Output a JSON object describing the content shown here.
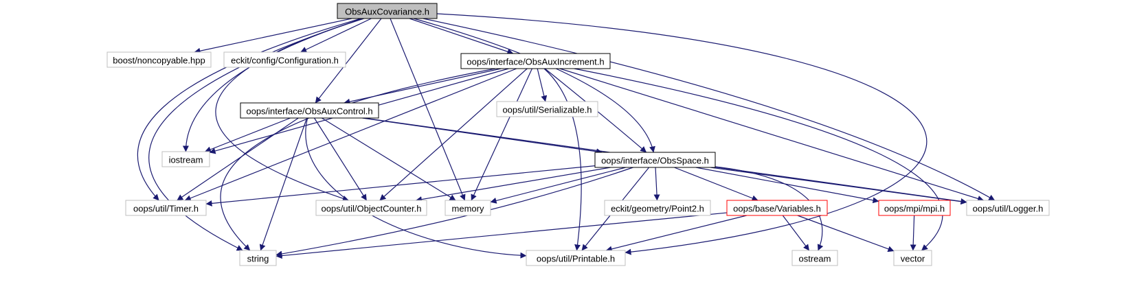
{
  "colors": {
    "edge": "#191970",
    "root_fill": "#bfbfbf",
    "border_black": "#000000",
    "border_gray": "#bfbfbf",
    "border_red": "#ff0000",
    "text": "#000000"
  },
  "nodes": {
    "obsauxcovariance": {
      "label": "ObsAuxCovariance.h",
      "style": "root",
      "interactable": false
    },
    "noncopyable": {
      "label": "boost/noncopyable.hpp",
      "style": "gray",
      "interactable": false
    },
    "configuration": {
      "label": "eckit/config/Configuration.h",
      "style": "gray",
      "interactable": false
    },
    "obsauxincrement": {
      "label": "oops/interface/ObsAuxIncrement.h",
      "style": "black",
      "interactable": true
    },
    "serializable": {
      "label": "oops/util/Serializable.h",
      "style": "gray",
      "interactable": false
    },
    "obsauxcontrol": {
      "label": "oops/interface/ObsAuxControl.h",
      "style": "black",
      "interactable": true
    },
    "iostream": {
      "label": "iostream",
      "style": "gray",
      "interactable": false
    },
    "obsspace": {
      "label": "oops/interface/ObsSpace.h",
      "style": "black",
      "interactable": true
    },
    "timer": {
      "label": "oops/util/Timer.h",
      "style": "gray",
      "interactable": false
    },
    "objectcounter": {
      "label": "oops/util/ObjectCounter.h",
      "style": "gray",
      "interactable": false
    },
    "memory": {
      "label": "memory",
      "style": "gray",
      "interactable": false
    },
    "point2": {
      "label": "eckit/geometry/Point2.h",
      "style": "gray",
      "interactable": false
    },
    "variables": {
      "label": "oops/base/Variables.h",
      "style": "red",
      "interactable": true
    },
    "mpi": {
      "label": "oops/mpi/mpi.h",
      "style": "red",
      "interactable": true
    },
    "logger": {
      "label": "oops/util/Logger.h",
      "style": "gray",
      "interactable": false
    },
    "string": {
      "label": "string",
      "style": "gray",
      "interactable": false
    },
    "printable": {
      "label": "oops/util/Printable.h",
      "style": "gray",
      "interactable": false
    },
    "ostream": {
      "label": "ostream",
      "style": "gray",
      "interactable": false
    },
    "vector": {
      "label": "vector",
      "style": "gray",
      "interactable": false
    }
  },
  "edges": [
    [
      "obsauxcovariance",
      "noncopyable"
    ],
    [
      "obsauxcovariance",
      "configuration"
    ],
    [
      "obsauxcovariance",
      "obsauxincrement"
    ],
    [
      "obsauxcovariance",
      "obsauxcontrol"
    ],
    [
      "obsauxcovariance",
      "obsspace"
    ],
    [
      "obsauxcovariance",
      "iostream"
    ],
    [
      "obsauxcovariance",
      "timer"
    ],
    [
      "obsauxcovariance",
      "objectcounter"
    ],
    [
      "obsauxcovariance",
      "memory"
    ],
    [
      "obsauxcovariance",
      "logger"
    ],
    [
      "obsauxcovariance",
      "string"
    ],
    [
      "obsauxcovariance",
      "printable"
    ],
    [
      "obsauxincrement",
      "serializable"
    ],
    [
      "obsauxincrement",
      "obsauxcontrol"
    ],
    [
      "obsauxincrement",
      "obsspace"
    ],
    [
      "obsauxincrement",
      "iostream"
    ],
    [
      "obsauxincrement",
      "timer"
    ],
    [
      "obsauxincrement",
      "objectcounter"
    ],
    [
      "obsauxincrement",
      "memory"
    ],
    [
      "obsauxincrement",
      "logger"
    ],
    [
      "obsauxincrement",
      "string"
    ],
    [
      "obsauxincrement",
      "printable"
    ],
    [
      "obsauxincrement",
      "vector"
    ],
    [
      "obsauxcontrol",
      "iostream"
    ],
    [
      "obsauxcontrol",
      "obsspace"
    ],
    [
      "obsauxcontrol",
      "timer"
    ],
    [
      "obsauxcontrol",
      "objectcounter"
    ],
    [
      "obsauxcontrol",
      "memory"
    ],
    [
      "obsauxcontrol",
      "logger"
    ],
    [
      "obsauxcontrol",
      "string"
    ],
    [
      "obsauxcontrol",
      "printable"
    ],
    [
      "obsspace",
      "timer"
    ],
    [
      "obsspace",
      "objectcounter"
    ],
    [
      "obsspace",
      "memory"
    ],
    [
      "obsspace",
      "point2"
    ],
    [
      "obsspace",
      "variables"
    ],
    [
      "obsspace",
      "mpi"
    ],
    [
      "obsspace",
      "logger"
    ],
    [
      "obsspace",
      "string"
    ],
    [
      "obsspace",
      "printable"
    ],
    [
      "obsspace",
      "ostream"
    ],
    [
      "variables",
      "string"
    ],
    [
      "variables",
      "printable"
    ],
    [
      "variables",
      "ostream"
    ],
    [
      "variables",
      "vector"
    ],
    [
      "mpi",
      "vector"
    ]
  ]
}
